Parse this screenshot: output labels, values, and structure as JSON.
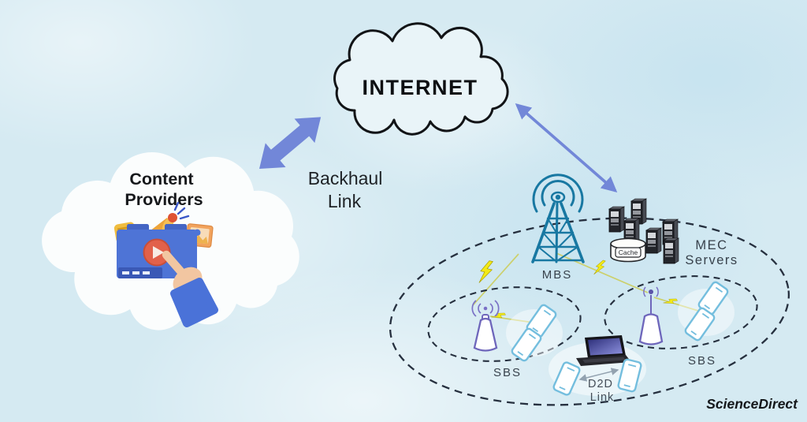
{
  "internet_cloud": {
    "label": "INTERNET"
  },
  "content_cloud": {
    "title_line1": "Content",
    "title_line2": "Providers"
  },
  "backhaul_link": {
    "label_line1": "Backhaul",
    "label_line2": "Link"
  },
  "mbs": {
    "label": "MBS"
  },
  "mec": {
    "label_line1": "MEC",
    "label_line2": "Servers",
    "cache_label": "Cache"
  },
  "sbs_left": {
    "label": "SBS"
  },
  "sbs_right": {
    "label": "SBS"
  },
  "d2d": {
    "label_line1": "D2D",
    "label_line2": "Link"
  },
  "branding": {
    "label": "ScienceDirect"
  },
  "colors": {
    "background": "#d5eaf2",
    "arrow_blue": "#7287d8",
    "tower_teal": "#1878a2",
    "lightning_yellow": "#f3ea16",
    "phone_blue": "#74bede",
    "antenna_purple": "#6e66bb",
    "dash_dark": "#26303f",
    "label_dark": "#38424c"
  }
}
